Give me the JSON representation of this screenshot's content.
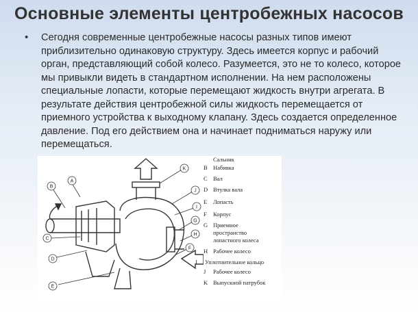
{
  "slide": {
    "title": "Основные элементы центробежных насосов",
    "bullet_symbol": "•",
    "bullet_text": "Сегодня современные центробежные насосы разных типов имеют приблизительно одинаковую структуру. Здесь имеется корпус и рабочий орган, представляющий собой колесо. Разумеется, это не то колесо, которое мы привыкли видеть в стандартном исполнении. На нем расположены специальные лопасти, которые перемещают жидкость внутри агрегата. В результате действия центробежной силы жидкость перемещается от приемного устройства к выходному клапану. Здесь создается определенное давление. Под его действием она и начинает подниматься наружу или перемещаться."
  },
  "figure": {
    "callouts": [
      "A",
      "B",
      "C",
      "D",
      "E",
      "F",
      "G",
      "H",
      "I",
      "J",
      "K"
    ],
    "legend": [
      {
        "letter": "",
        "text": "Сальник"
      },
      {
        "letter": "B",
        "text": "Набивка"
      },
      {
        "letter": "C",
        "text": "Вал"
      },
      {
        "letter": "D",
        "text": "Втулка вала"
      },
      {
        "letter": "E",
        "text": "Лопасть"
      },
      {
        "letter": "F",
        "text": "Корпус"
      },
      {
        "letter": "G",
        "text": "Приемное"
      },
      {
        "letter": "",
        "text": "пространство"
      },
      {
        "letter": "",
        "text": "лопастного колеса"
      },
      {
        "letter": "H",
        "text": "Рабочее колесо"
      },
      {
        "letter": "I",
        "text": "Уплотнительное кольцо"
      },
      {
        "letter": "J",
        "text": "Рабочее колесо"
      },
      {
        "letter": "K",
        "text": "Выпускной патрубок"
      }
    ]
  }
}
